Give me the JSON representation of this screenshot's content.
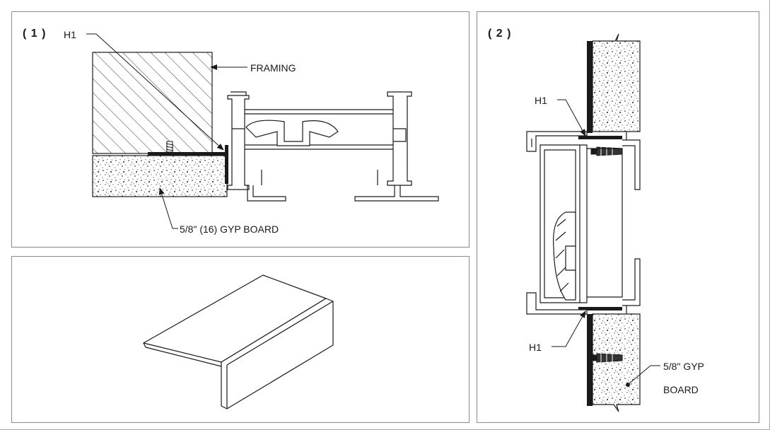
{
  "panel1": {
    "number": "( 1 )",
    "callout_h1": "H1",
    "callout_framing": "FRAMING",
    "callout_board": "5/8\" (16) GYP BOARD"
  },
  "panel2": {
    "number": "( 2 )",
    "callout_h1_top": "H1",
    "callout_h1_bottom": "H1",
    "callout_board_line1": "5/8\" GYP",
    "callout_board_line2": "BOARD"
  },
  "colors": {
    "line": "#1a1a1a",
    "panel_border": "#8a8a8a",
    "hatch": "#333333",
    "speckle": "#444444"
  }
}
